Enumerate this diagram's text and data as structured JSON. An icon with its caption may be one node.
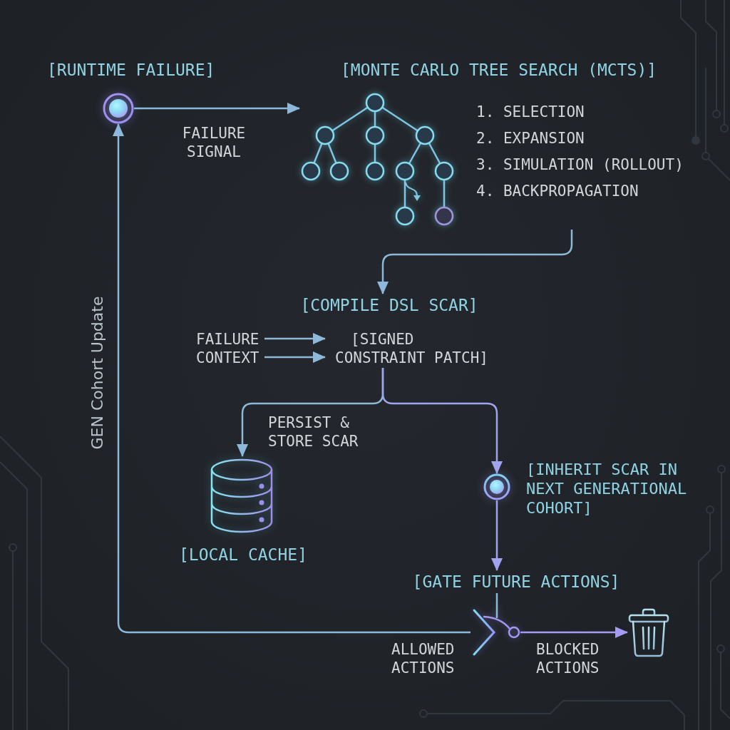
{
  "diagram": {
    "nodes": [
      {
        "text": [
          "[RUNTIME FAILURE]"
        ]
      },
      {
        "text": [
          "[MONTE CARLO TREE SEARCH (MCTS)]",
          "1. SELECTION",
          "2. EXPANSION",
          "3. SIMULATION (ROLLOUT)",
          "4. BACKPROPAGATION"
        ]
      },
      {
        "text": [
          "[COMPILE DSL SCAR]"
        ]
      },
      {
        "text": [
          "FAILURE CONTEXT"
        ]
      },
      {
        "text": [
          "[SIGNED CONSTRAINT PATCH]"
        ]
      },
      {
        "text": [
          "[LOCAL CACHE]"
        ]
      },
      {
        "text": [
          "[INHERIT SCAR IN NEXT GENERATIONAL COHORT]"
        ]
      },
      {
        "text": [
          "[GATE FUTURE ACTIONS]"
        ]
      },
      {
        "text": [],
        "shape": "picture"
      },
      {
        "text": [],
        "shape": "picture"
      }
    ],
    "edges": [
      {
        "from": 0,
        "to": 1,
        "arrow": "to",
        "label": "FAILURE SIGNAL"
      },
      {
        "from": 1,
        "to": 2,
        "arrow": "to"
      },
      {
        "from": 3,
        "to": 4,
        "arrow": "to"
      },
      {
        "from": 3,
        "to": 4,
        "arrow": "to"
      },
      {
        "from": 4,
        "to": 5,
        "arrow": "to",
        "label": "PERSIST & STORE SCAR"
      },
      {
        "from": 4,
        "to": 6,
        "arrow": "to",
        "color": "#a2a3ee"
      },
      {
        "from": 6,
        "to": 7,
        "arrow": "to",
        "color": "#a2a3ee"
      },
      {
        "from": 7,
        "to": 8,
        "arrow": "none"
      },
      {
        "from": 8,
        "to": 9,
        "arrow": "to",
        "label": "BLOCKED ACTIONS",
        "color": "#a59af4"
      },
      {
        "from": 8,
        "to": 0,
        "arrow": "to",
        "label": "ALLOWED ACTIONS"
      }
    ],
    "labels": [
      "GEN Cohort Update"
    ]
  }
}
